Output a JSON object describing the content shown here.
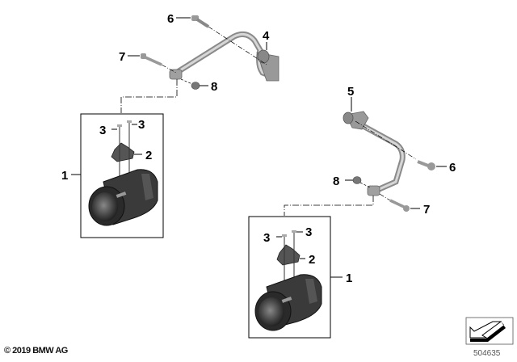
{
  "diagram": {
    "type": "exploded-parts-diagram",
    "subject": "Auxiliary LED headlights with mounting brackets",
    "assemblies": [
      {
        "side": "left",
        "callouts": [
          {
            "id": "1",
            "part": "LED auxiliary headlight"
          },
          {
            "id": "2",
            "part": "holder"
          },
          {
            "id": "3",
            "part": "screw"
          },
          {
            "id": "3",
            "part": "screw"
          },
          {
            "id": "4",
            "part": "bracket, left"
          },
          {
            "id": "6",
            "part": "bolt"
          },
          {
            "id": "7",
            "part": "bolt"
          },
          {
            "id": "8",
            "part": "nut"
          }
        ]
      },
      {
        "side": "right",
        "callouts": [
          {
            "id": "1",
            "part": "LED auxiliary headlight"
          },
          {
            "id": "2",
            "part": "holder"
          },
          {
            "id": "3",
            "part": "screw"
          },
          {
            "id": "3",
            "part": "screw"
          },
          {
            "id": "5",
            "part": "bracket, right"
          },
          {
            "id": "6",
            "part": "bolt"
          },
          {
            "id": "7",
            "part": "bolt"
          },
          {
            "id": "8",
            "part": "nut"
          }
        ]
      }
    ],
    "labels": {
      "l1": "1",
      "l2": "2",
      "l3a": "3",
      "l3b": "3",
      "l4": "4",
      "l6": "6",
      "l7": "7",
      "l8": "8",
      "r1": "1",
      "r2": "2",
      "r3a": "3",
      "r3b": "3",
      "r5": "5",
      "r6": "6",
      "r7": "7",
      "r8": "8"
    }
  },
  "footer": {
    "copyright": "© 2019 BMW AG",
    "diagram_number": "504635"
  },
  "icons": {
    "view-direction": "arrow-pointing-down-left"
  }
}
